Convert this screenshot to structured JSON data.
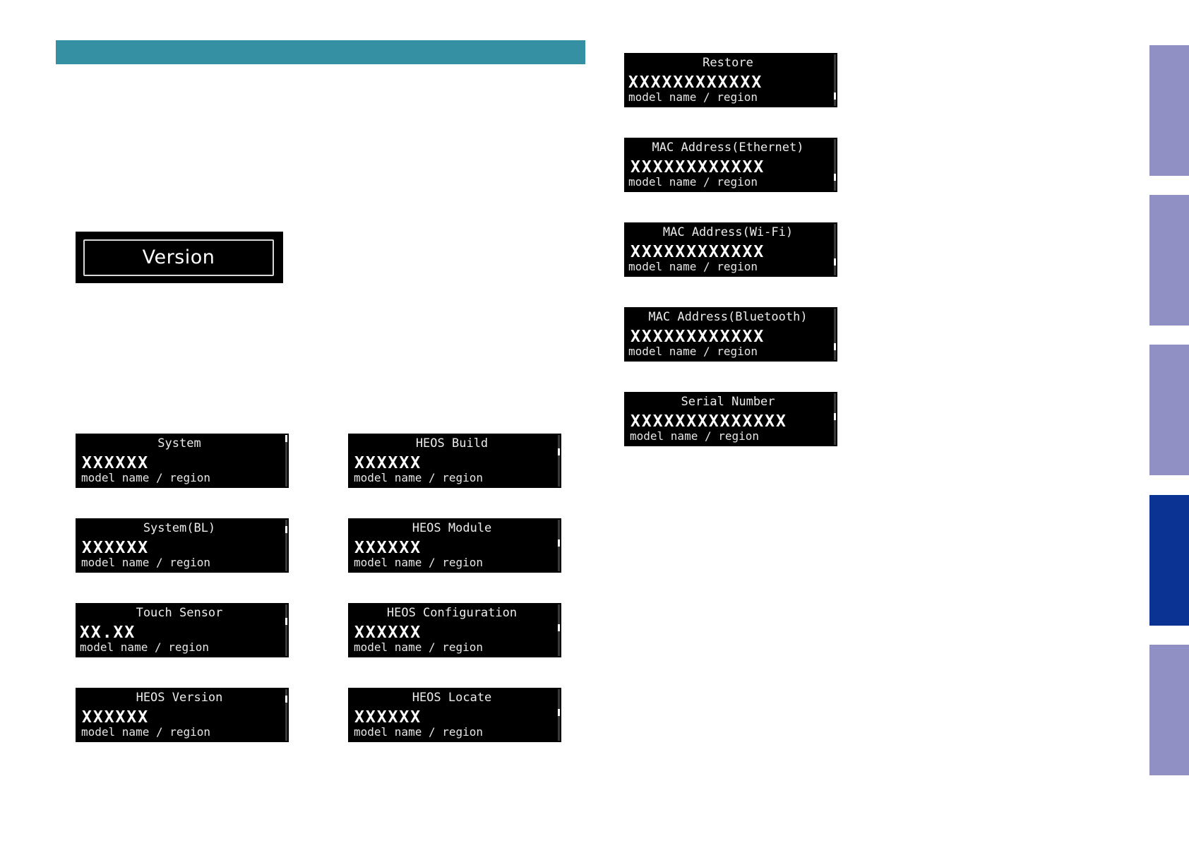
{
  "version_button": {
    "label": "Version"
  },
  "screens": [
    {
      "title": "System",
      "value": "XXXXXX",
      "sub": "model name / region",
      "scroll": 0.0
    },
    {
      "title": "System(BL)",
      "value": "XXXXXX",
      "sub": "model name / region",
      "scroll": 0.15
    },
    {
      "title": "Touch Sensor",
      "value": "XX.XX",
      "sub": "model name / region",
      "scroll": 0.3
    },
    {
      "title": "HEOS Version",
      "value": "XXXXXX",
      "sub": "model name / region",
      "scroll": 0.15
    },
    {
      "title": "HEOS Build",
      "value": "XXXXXX",
      "sub": "model name / region",
      "scroll": 0.3
    },
    {
      "title": "HEOS Module",
      "value": "XXXXXX",
      "sub": "model name / region",
      "scroll": 0.45
    },
    {
      "title": "HEOS Configuration",
      "value": "XXXXXX",
      "sub": "model name / region",
      "scroll": 0.45
    },
    {
      "title": "HEOS Locate",
      "value": "XXXXXX",
      "sub": "model name / region",
      "scroll": 0.45
    },
    {
      "title": "Restore",
      "value": "XXXXXXXXXXXX",
      "sub": "model name / region",
      "scroll": 0.85
    },
    {
      "title": "MAC Address(Ethernet)",
      "value": "XXXXXXXXXXXX",
      "sub": "model name / region",
      "scroll": 0.78
    },
    {
      "title": "MAC Address(Wi-Fi)",
      "value": "XXXXXXXXXXXX",
      "sub": "model name / region",
      "scroll": 0.78
    },
    {
      "title": "MAC Address(Bluetooth)",
      "value": "XXXXXXXXXXXX",
      "sub": "model name / region",
      "scroll": 0.78
    },
    {
      "title": "Serial Number",
      "value": "XXXXXXXXXXXXXX",
      "sub": "model name / region",
      "scroll": 0.45
    }
  ],
  "side_tabs": [
    {
      "active": false,
      "color": "#9190c4"
    },
    {
      "active": false,
      "color": "#9190c4"
    },
    {
      "active": false,
      "color": "#9190c4"
    },
    {
      "active": true,
      "color": "#0a3393"
    },
    {
      "active": false,
      "color": "#9190c4"
    }
  ]
}
